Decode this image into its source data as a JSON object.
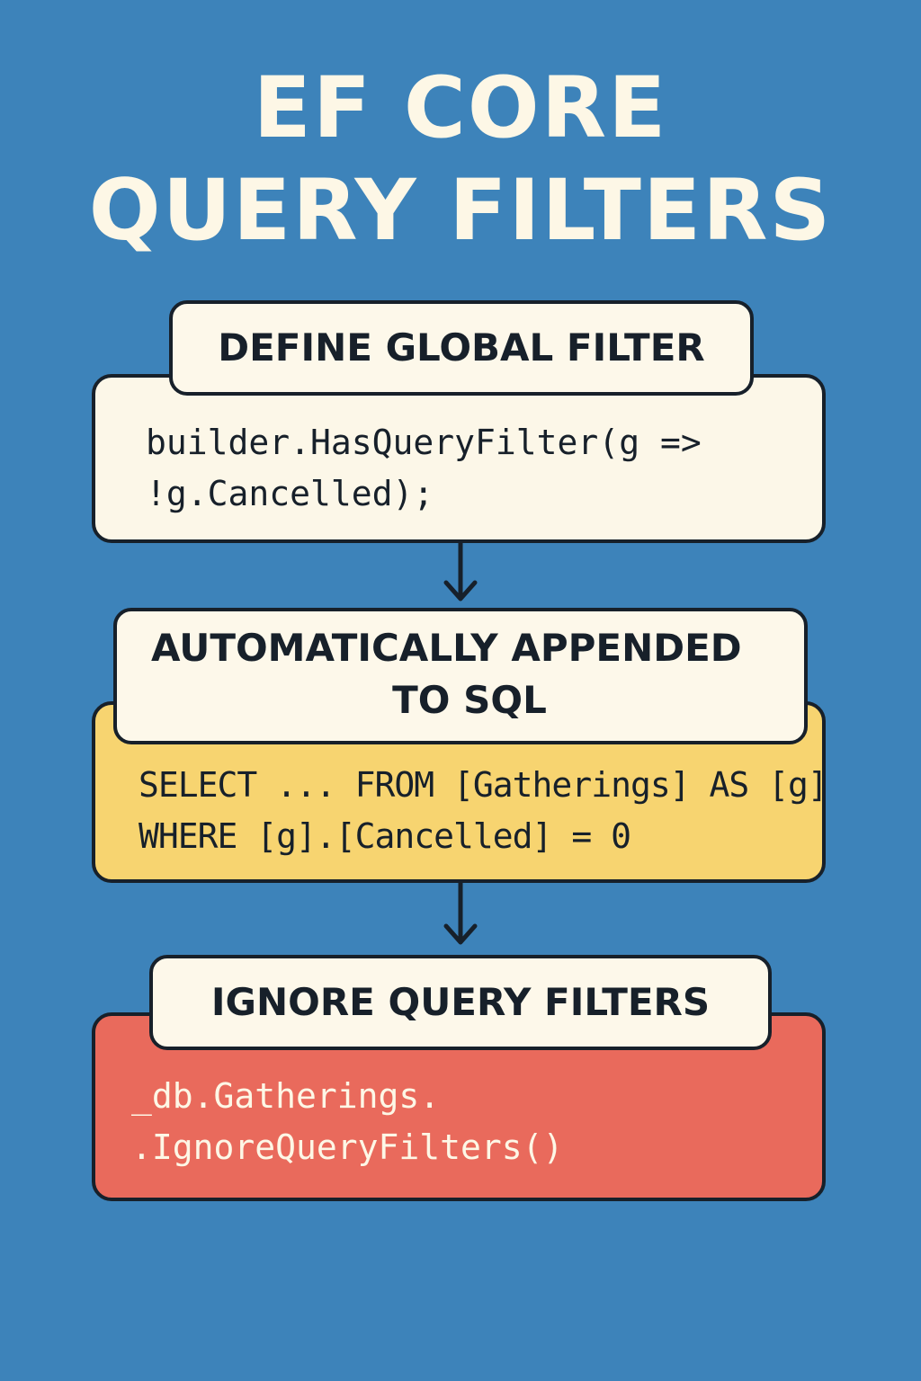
{
  "title": {
    "line1": "EF CORE",
    "line2": "QUERY FILTERS"
  },
  "steps": [
    {
      "label": "DEFINE GLOBAL FILTER",
      "code": [
        "builder.HasQueryFilter(g =>",
        "!g.Cancelled);"
      ],
      "panel_color": "#fcf7e8"
    },
    {
      "label_lines": [
        "AUTOMATICALLY APPENDED",
        "TO SQL"
      ],
      "code": [
        "SELECT ... FROM [Gatherings] AS [g]",
        "WHERE [g].[Cancelled] = 0"
      ],
      "panel_color": "#f7d470"
    },
    {
      "label": "IGNORE QUERY FILTERS",
      "code": [
        "_db.Gatherings.",
        ".IgnoreQueryFilters()"
      ],
      "panel_color": "#e96a5c"
    }
  ],
  "colors": {
    "background": "#3d83ba",
    "title_text": "#fdf7e6",
    "outline": "#17202a",
    "label_box": "#fdf8ea"
  },
  "icons": [
    "arrow-down-icon",
    "arrow-down-icon"
  ]
}
